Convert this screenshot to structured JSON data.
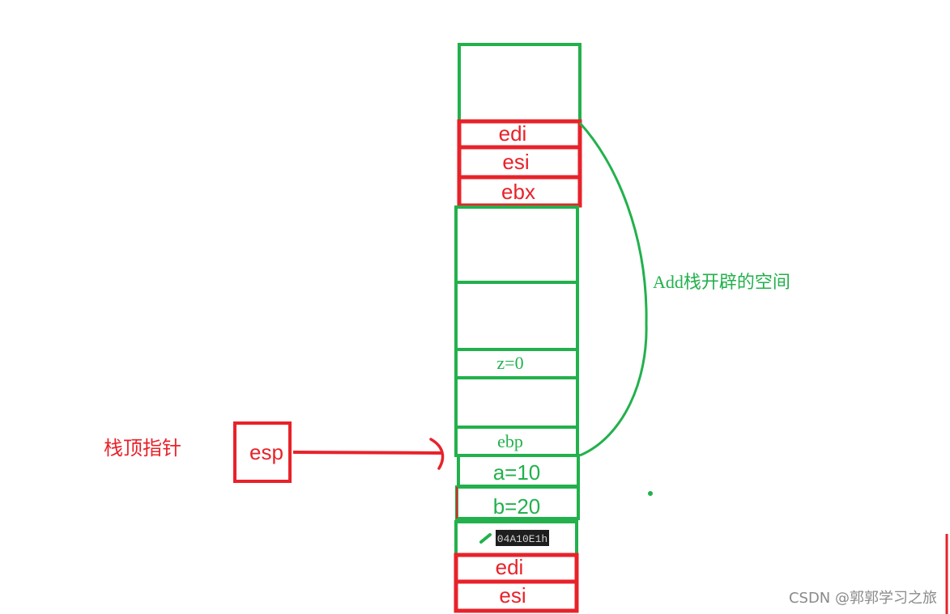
{
  "stack": {
    "top_frame": {
      "edi": "edi",
      "esi": "esi",
      "ebx": "ebx"
    },
    "z_value": "z=0",
    "ebp_label": "ebp",
    "a_value": "a=10",
    "b_value": "b=20",
    "return_address": "04A10E1h",
    "bottom_frame": {
      "edi": "edi",
      "esi": "esi"
    }
  },
  "annotations": {
    "space_note": "Add栈开辟的空间",
    "stack_top_pointer": "栈顶指针",
    "esp_label": "esp"
  },
  "colors": {
    "red": "#e8222a",
    "green": "#22b14c",
    "code_bg": "#1e1e1e"
  },
  "watermark": "CSDN @郭郭学习之旅"
}
